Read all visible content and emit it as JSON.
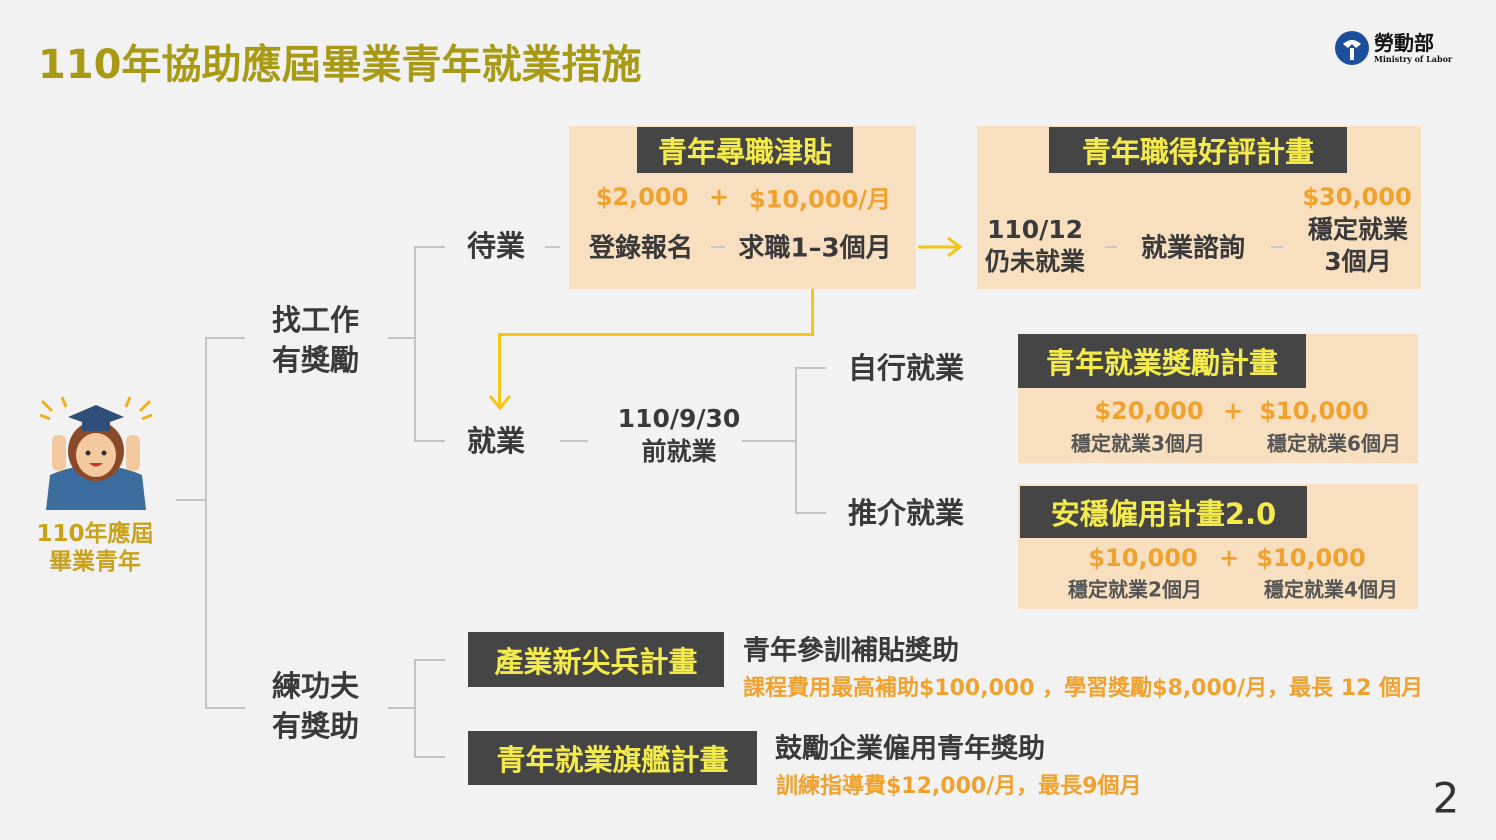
{
  "title": "110年協助應屆畢業青年就業措施",
  "logo": {
    "name": "勞動部",
    "subtitle": "Ministry of Labor"
  },
  "root": {
    "label_line1": "110年應屆",
    "label_line2": "畢業青年"
  },
  "branches": {
    "find_job": {
      "line1": "找工作",
      "line2": "有獎勵"
    },
    "training": {
      "line1": "練功夫",
      "line2": "有獎助"
    }
  },
  "unemployed": {
    "label": "待業",
    "plan1": {
      "title": "青年尋職津貼",
      "amount1": "$2,000",
      "plus": "+",
      "amount2": "$10,000/月",
      "step1": "登錄報名",
      "step2": "求職1–3個月"
    },
    "plan2": {
      "title": "青年職得好評計畫",
      "amount": "$30,000",
      "step1_line1": "110/12",
      "step1_line2": "仍未就業",
      "step2": "就業諮詢",
      "step3_line1": "穩定就業",
      "step3_line2": "3個月"
    }
  },
  "employed": {
    "label": "就業",
    "date_line1": "110/9/30",
    "date_line2": "前就業",
    "self": {
      "label": "自行就業",
      "title": "青年就業獎勵計畫",
      "amount1": "$20,000",
      "plus": "+",
      "amount2": "$10,000",
      "cond1": "穩定就業3個月",
      "cond2": "穩定就業6個月"
    },
    "referral": {
      "label": "推介就業",
      "title": "安穩僱用計畫2.0",
      "amount1": "$10,000",
      "plus": "+",
      "amount2": "$10,000",
      "cond1": "穩定就業2個月",
      "cond2": "穩定就業4個月"
    }
  },
  "training_plans": [
    {
      "title": "產業新尖兵計畫",
      "desc": "青年參訓補貼獎助",
      "detail": "課程費用最高補助$100,000 ，學習獎勵$8,000/月，最長 12 個月"
    },
    {
      "title": "青年就業旗艦計畫",
      "desc": "鼓勵企業僱用青年獎助",
      "detail": "訓練指導費$12,000/月，最長9個月"
    }
  ],
  "page_number": "2",
  "colors": {
    "title": "#a89a14",
    "orange": "#f0a22e",
    "box": "#f8dfc0",
    "banner": "#454545",
    "banner_text": "#f3ea4c",
    "arrow": "#f5c518"
  }
}
